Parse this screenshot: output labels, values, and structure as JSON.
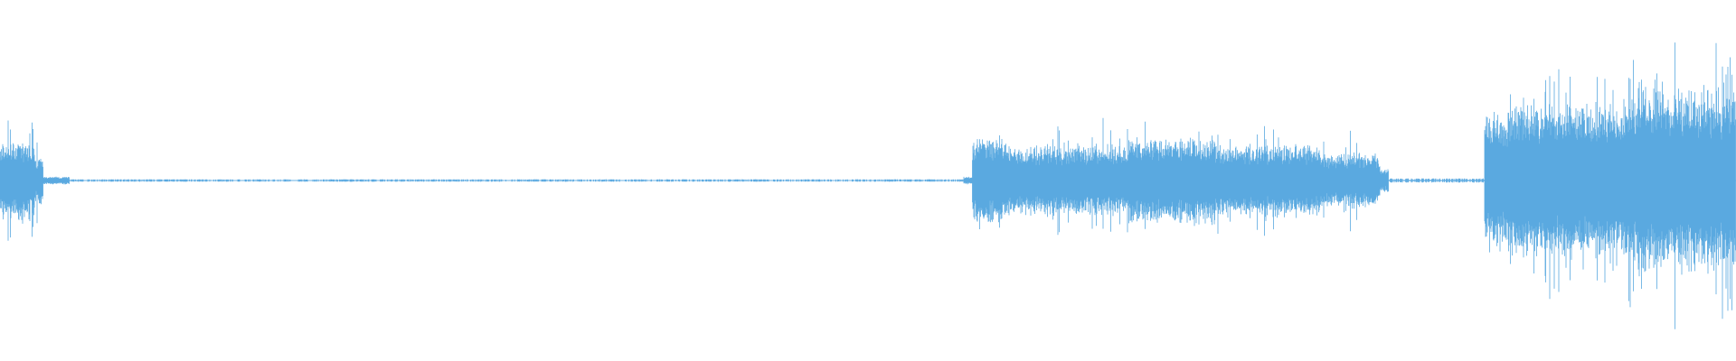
{
  "waveform": {
    "color": "#5aa9e0",
    "background": "#ffffff",
    "duration_fraction_segments": [
      {
        "from": 0.0,
        "to": 0.02,
        "level": 0.1
      },
      {
        "from": 0.02,
        "to": 0.025,
        "level": 0.06
      },
      {
        "from": 0.025,
        "to": 0.04,
        "level": 0.01
      },
      {
        "from": 0.04,
        "to": 0.555,
        "level": 0.003
      },
      {
        "from": 0.555,
        "to": 0.56,
        "level": 0.01
      },
      {
        "from": 0.56,
        "to": 0.58,
        "level": 0.11
      },
      {
        "from": 0.58,
        "to": 0.65,
        "level": 0.09
      },
      {
        "from": 0.65,
        "to": 0.7,
        "level": 0.11
      },
      {
        "from": 0.7,
        "to": 0.76,
        "level": 0.09
      },
      {
        "from": 0.76,
        "to": 0.795,
        "level": 0.07
      },
      {
        "from": 0.795,
        "to": 0.8,
        "level": 0.03
      },
      {
        "from": 0.8,
        "to": 0.855,
        "level": 0.005
      },
      {
        "from": 0.855,
        "to": 0.87,
        "level": 0.18
      },
      {
        "from": 0.87,
        "to": 0.94,
        "level": 0.2
      },
      {
        "from": 0.94,
        "to": 1.0,
        "level": 0.24
      }
    ]
  }
}
